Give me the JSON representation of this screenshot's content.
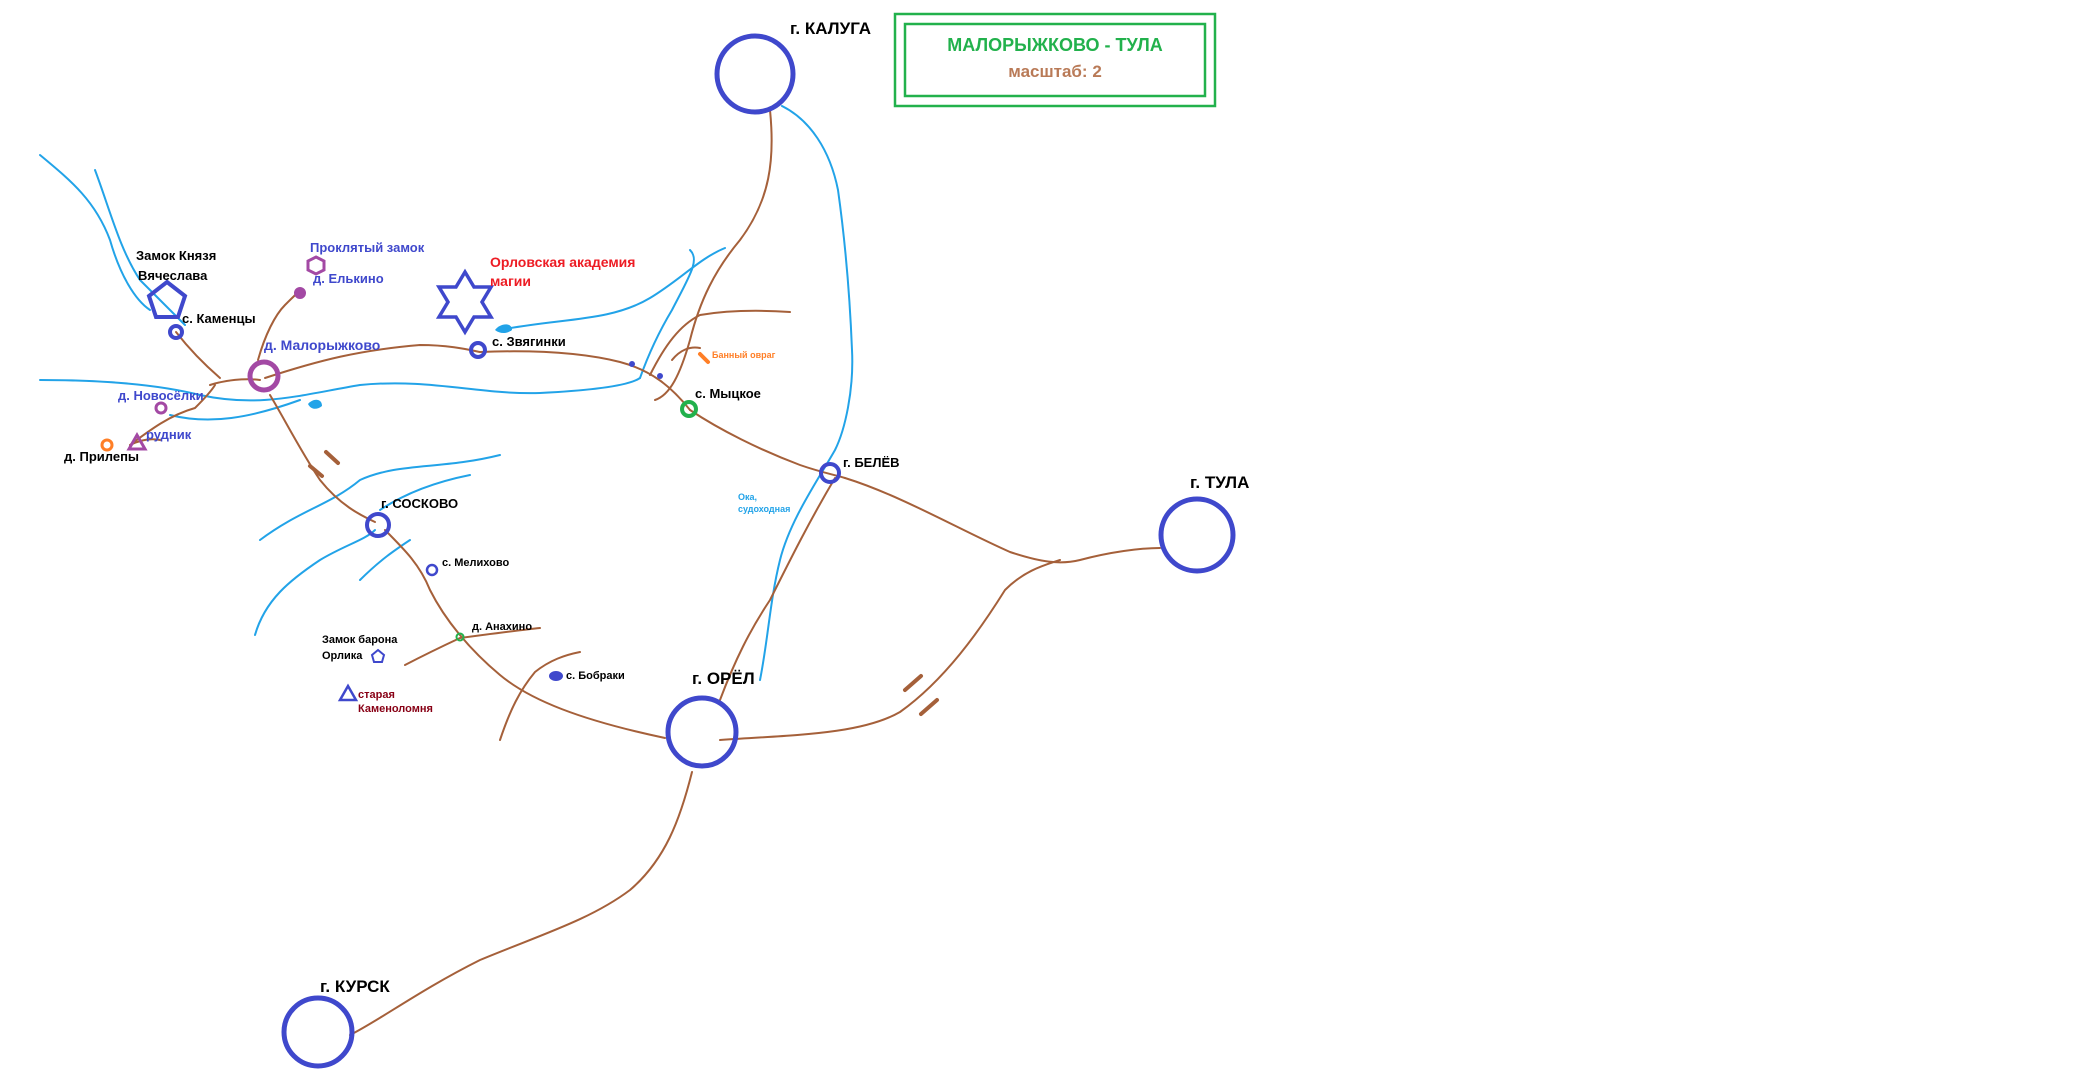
{
  "title_box": {
    "title": "МАЛОРЫЖКОВО - ТУЛА",
    "scale": "масштаб: 2",
    "title_color": "#22b14c",
    "scale_color": "#b97a57"
  },
  "colors": {
    "road": "#a5603a",
    "river": "#22a3e8",
    "settlement": "#3f48cc",
    "label_dark": "#000000",
    "label_blue": "#3f48cc",
    "label_red": "#ed1c24",
    "label_brown": "#880015",
    "label_orange": "#ff7f27",
    "purple": "#a349a4",
    "green": "#22b14c"
  },
  "places": {
    "kaluga": "г. КАЛУГА",
    "tula": "г. ТУЛА",
    "orel": "г. ОРЁЛ",
    "kursk": "г. КУРСК",
    "belev": "г. БЕЛЁВ",
    "soskovo": "г. СОСКОВО",
    "mytskoe": "с. Мыцкое",
    "zvyaginki": "с. Звягинки",
    "malorizhkovo": "д. Малорыжково",
    "kamentsy": "с. Каменцы",
    "novoselki": "д. Новосёлки",
    "prilepy": "д. Прилепы",
    "rudnik": "рудник",
    "elkino": "д. Елькино",
    "cursed_castle": "Проклятый замок",
    "prince_castle_line1": "Замок Князя",
    "prince_castle_line2": "Вячеслава",
    "academy_line1": "Орловская академия",
    "academy_line2": "магии",
    "banny_ovrag": "Банный овраг",
    "oka_line1": "Ока,",
    "oka_line2": "судоходная",
    "melikhovo": "с. Мелихово",
    "anakhino": "д. Анахино",
    "baron_castle_line1": "Замок барона",
    "baron_castle_line2": "Орлика",
    "bobraki": "с. Бобраки",
    "quarry_line1": "старая",
    "quarry_line2": "Каменоломня"
  }
}
